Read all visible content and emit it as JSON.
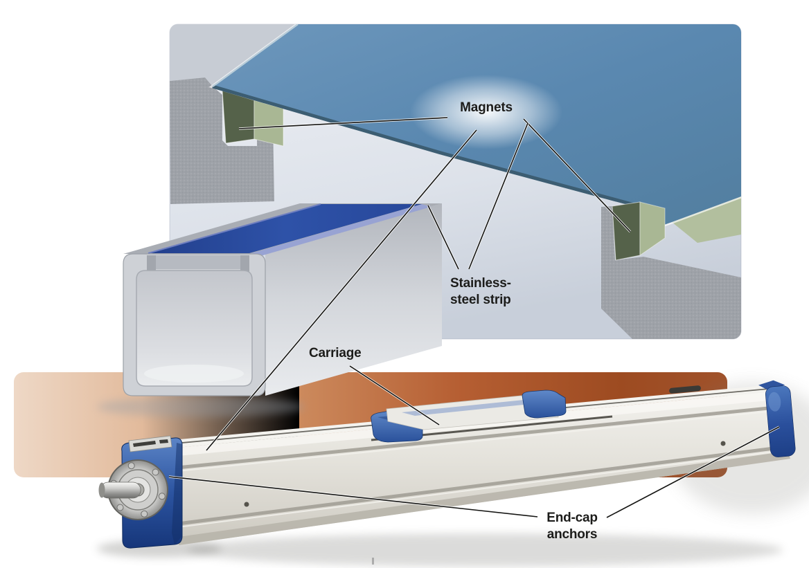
{
  "figure": {
    "type": "technical-illustration",
    "labels": {
      "magnets": "Magnets",
      "stainless_line1": "Stainless-",
      "stainless_line2": "steel strip",
      "carriage": "Carriage",
      "endcap_line1": "End-cap",
      "endcap_line2": "anchors"
    },
    "colors": {
      "steel_sheet_blue": "#5a88b0",
      "seal_strip_blue": "#2a4da3",
      "magnet_green_dark": "#56624a",
      "magnet_green_light": "#aab995",
      "end_cap_blue": "#2a4f9c",
      "aluminum_silver": "#e6e4de",
      "background_band_orange": "#b65f33",
      "inset_panel_gray": "#d7dce5",
      "label_text": "#1c1c1a"
    }
  }
}
